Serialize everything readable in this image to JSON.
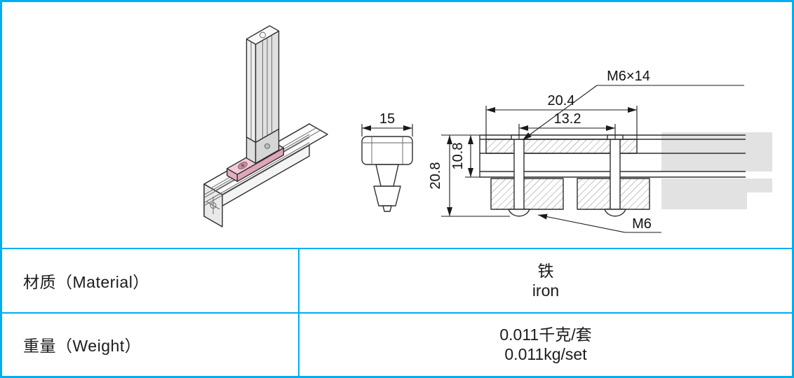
{
  "colors": {
    "accent": "#00AEEF",
    "highlight_pink": "#F3CBD6",
    "line": "#2e2e2e"
  },
  "drawing": {
    "dimensions": {
      "screw_spec": "M6×14",
      "strip_length": "20.4",
      "hole_spacing": "13.2",
      "total_height": "20.8",
      "upper_height": "10.8",
      "nut_width": "15",
      "thread_label": "M6"
    }
  },
  "table": {
    "rows": [
      {
        "label": "材质（Material）",
        "value_line1": "铁",
        "value_line2": "iron"
      },
      {
        "label": "重量（Weight）",
        "value_line1": "0.011千克/套",
        "value_line2": "0.011kg/set"
      }
    ]
  }
}
